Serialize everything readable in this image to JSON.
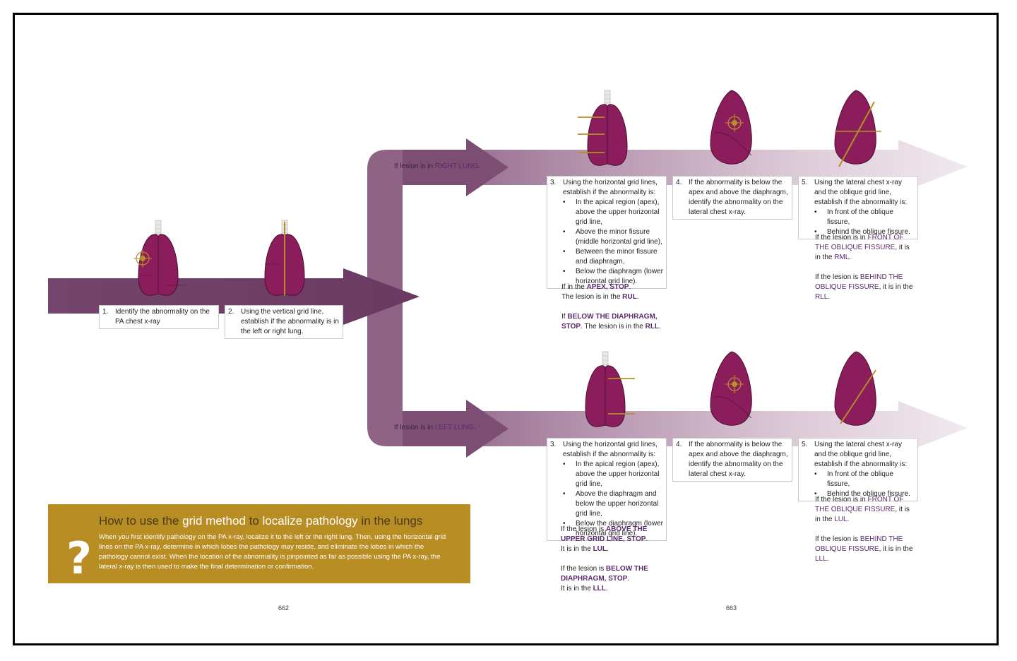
{
  "title": {
    "part1": "How to use the ",
    "part2": "grid method",
    "part3": " to ",
    "part4": "localize pathology",
    "part5": " in the lungs"
  },
  "intro": "When you first identify pathology on the PA x-ray, localize it to the left or the right lung. Then, using the horizontal grid lines on the PA x-ray, determine in which lobes the pathology may reside, and eliminate the lobes in which the pathology cannot exist. When the location of the abnormality is pinpointed as far as possible using the PA x-ray, the lateral x-ray is then used to make the final determination or confirmation.",
  "icon": "?",
  "step1": {
    "num": "1.",
    "text": "Identify the abnormality on the PA chest x-ray"
  },
  "step2": {
    "num": "2.",
    "text": "Using the vertical grid line, establish if the abnormality is in the left or right lung."
  },
  "right": {
    "label_pre": "If lesion is in ",
    "label_hl": "RIGHT LUNG",
    "label_post": ".",
    "step3": {
      "num": "3.",
      "text": "Using the horizontal grid lines, establish if the abnormality is:",
      "bullets": [
        "In the apical region (apex), above the upper horizontal grid line,",
        "Above the minor fissure (middle horizontal grid line),",
        "Between the minor fissure and diaphragm,",
        "Below the diaphragm (lower horizontal grid line)."
      ]
    },
    "note3": {
      "a_pre": "If in the ",
      "a_hl": "APEX, STOP",
      "a_post": ".",
      "a2": "The lesion is in the ",
      "a2_hl": "RUL",
      "a2_post": ".",
      "b_pre": "If ",
      "b_hl1": "BELOW THE DIAPHRAGM,",
      "b_hl2": "STOP",
      "b_post": ". The lesion is in the ",
      "b_hl3": "RLL",
      "b_end": "."
    },
    "step4": {
      "num": "4.",
      "text": "If the abnormality is below the apex and above the diaphragm, identify the abnormality on the lateral chest x-ray."
    },
    "step5": {
      "num": "5.",
      "text": "Using the lateral chest x-ray and the oblique grid line, establish if the abnormality is:",
      "bullets": [
        "In front of the oblique fissure,",
        "Behind the oblique fissure."
      ]
    },
    "note5": {
      "a_pre": "If the lesion is in ",
      "a_hl": "FRONT OF THE OBLIQUE FISSURE",
      "a_post": ", it is in the ",
      "a_lobe": "RML",
      "a_end": ".",
      "b_pre": "If the lesion is ",
      "b_hl": "BEHIND THE OBLIQUE FISSURE",
      "b_post": ", it is in the ",
      "b_lobe": "RLL",
      "b_end": "."
    }
  },
  "left": {
    "label_pre": "If lesion is in ",
    "label_hl": "LEFT LUNG",
    "label_post": ".",
    "step3": {
      "num": "3.",
      "text": "Using the horizontal grid lines, establish if the abnormality is:",
      "bullets": [
        "In the apical region (apex), above the upper horizontal grid line,",
        "Above the diaphragm and below the upper horizontal grid line,",
        "Below the diaphragm (lower horizontal grid line)."
      ]
    },
    "note3": {
      "a_pre": "If the lesion is ",
      "a_hl": "ABOVE THE UPPER GRID LINE, STOP",
      "a_post": ".",
      "a2": "It is in the ",
      "a2_hl": "LUL",
      "a2_post": ".",
      "b_pre": "If the lesion is ",
      "b_hl": "BELOW THE DIAPHRAGM, STOP",
      "b_post": ".",
      "b2": "It is in the ",
      "b2_hl": "LLL",
      "b2_post": "."
    },
    "step4": {
      "num": "4.",
      "text": "If the abnormality is below the apex and above the diaphragm, identify the abnormality on the lateral chest x-ray."
    },
    "step5": {
      "num": "5.",
      "text": "Using the lateral chest x-ray and the oblique grid line, establish if the abnormality is:",
      "bullets": [
        "In front of the oblique fissure,",
        "Behind the oblique fissure."
      ]
    },
    "note5": {
      "a_pre": "If the lesion is in ",
      "a_hl": "FRONT OF THE OBLIQUE FISSURE",
      "a_post": ", it is in the ",
      "a_lobe": "LUL",
      "a_end": ".",
      "b_pre": "If the lesion is ",
      "b_hl": "BEHIND THE OBLIQUE FISSURE",
      "b_post": ", it is in the ",
      "b_lobe": "LLL",
      "b_end": "."
    }
  },
  "pages": {
    "left": "662",
    "right": "663"
  },
  "colors": {
    "arrow_dark": "#6e3e66",
    "arrow_mid": "#8e6386",
    "lung": "#8c1d5c",
    "gold": "#b78d24",
    "highlight": "#5a2a6e"
  }
}
